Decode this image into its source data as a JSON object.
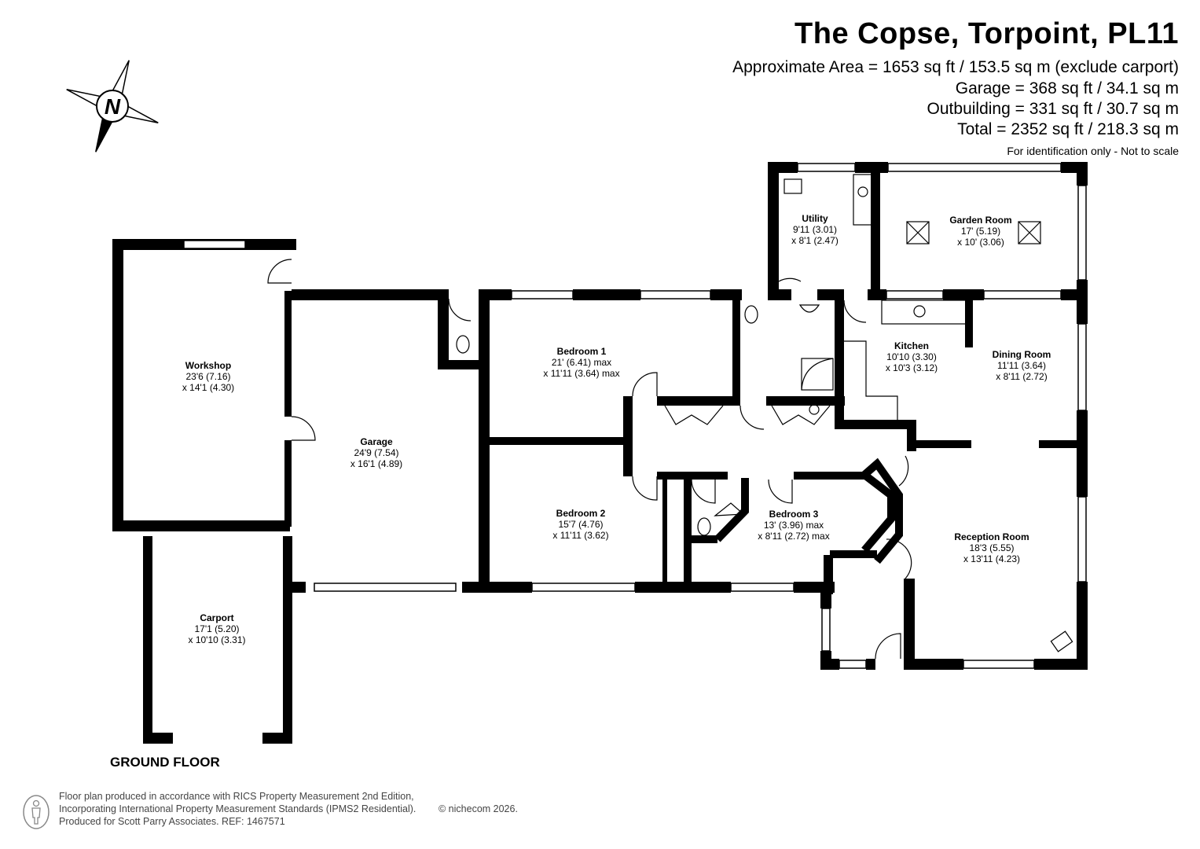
{
  "header": {
    "title": "The Copse, Torpoint, PL11",
    "area_lines": [
      "Approximate Area = 1653 sq ft / 153.5 sq m (exclude carport)",
      "Garage = 368 sq ft / 34.1 sq m",
      "Outbuilding = 331 sq ft / 30.7 sq m",
      "Total = 2352 sq ft / 218.3 sq m"
    ],
    "identification": "For identification only - Not to scale"
  },
  "compass": {
    "label": "N"
  },
  "floor_label": "GROUND FLOOR",
  "rooms": [
    {
      "name": "Workshop",
      "dim1": "23'6 (7.16)",
      "dim2": "x 14'1 (4.30)"
    },
    {
      "name": "Garage",
      "dim1": "24'9 (7.54)",
      "dim2": "x 16'1 (4.89)"
    },
    {
      "name": "Carport",
      "dim1": "17'1 (5.20)",
      "dim2": "x 10'10 (3.31)"
    },
    {
      "name": "Bedroom 1",
      "dim1": "21' (6.41) max",
      "dim2": "x 11'11 (3.64) max"
    },
    {
      "name": "Bedroom 2",
      "dim1": "15'7 (4.76)",
      "dim2": "x 11'11 (3.62)"
    },
    {
      "name": "Bedroom 3",
      "dim1": "13' (3.96) max",
      "dim2": "x 8'11 (2.72) max"
    },
    {
      "name": "Utility",
      "dim1": "9'11 (3.01)",
      "dim2": "x 8'1 (2.47)"
    },
    {
      "name": "Garden Room",
      "dim1": "17' (5.19)",
      "dim2": "x 10' (3.06)"
    },
    {
      "name": "Kitchen",
      "dim1": "10'10 (3.30)",
      "dim2": "x 10'3 (3.12)"
    },
    {
      "name": "Dining Room",
      "dim1": "11'11 (3.64)",
      "dim2": "x 8'11 (2.72)"
    },
    {
      "name": "Reception Room",
      "dim1": "18'3 (5.55)",
      "dim2": "x 13'11 (4.23)"
    }
  ],
  "footer": {
    "line1": "Floor plan produced in accordance with RICS Property Measurement 2nd Edition,",
    "line2": "Incorporating International Property Measurement Standards (IPMS2 Residential).",
    "line3": "Produced for Scott Parry Associates.   REF: 1467571",
    "copyright": "© nichecom 2026."
  }
}
